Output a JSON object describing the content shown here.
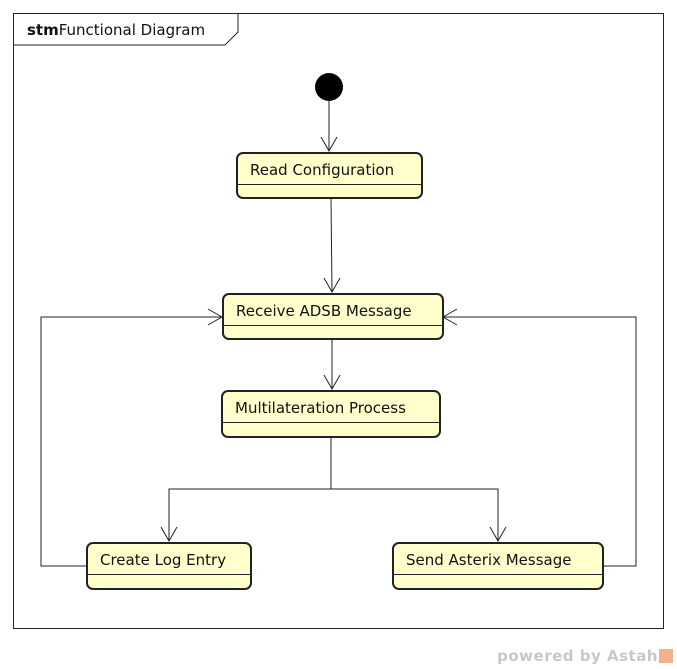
{
  "frame": {
    "keyword": "stm",
    "title": "Functional Diagram"
  },
  "states": {
    "read_config": "Read Configuration",
    "receive_adsb": "Receive ADSB Message",
    "multilateration": "Multilateration Process",
    "create_log": "Create Log Entry",
    "send_asterix": "Send Asterix Message"
  },
  "watermark": "powered by Astah",
  "colors": {
    "state_fill": "#ffffcc",
    "stroke": "#222222"
  }
}
